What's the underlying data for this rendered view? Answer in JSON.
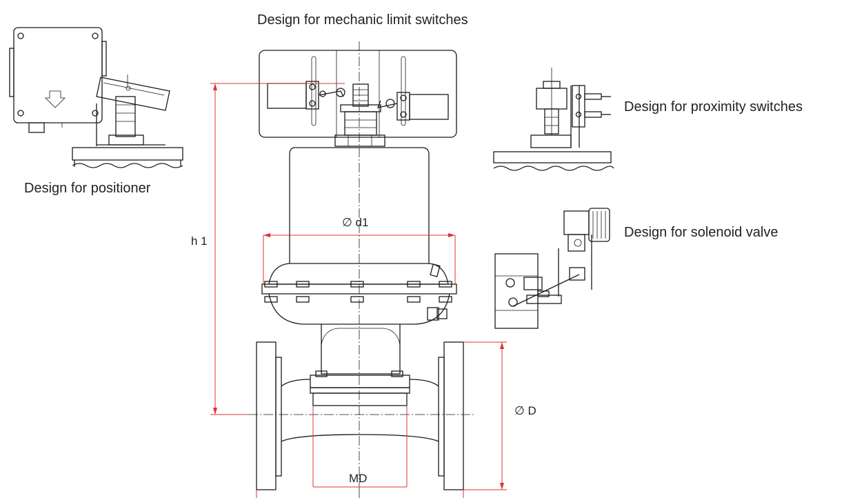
{
  "captions": {
    "mechanic_limit_switches": "Design for mechanic limit switches",
    "positioner": "Design for positioner",
    "proximity_switches": "Design for proximity switches",
    "solenoid_valve": "Design for solenoid valve"
  },
  "dimensions": {
    "height": "h 1",
    "actuator_diameter": "∅ d1",
    "flange_diameter": "∅ D",
    "nominal_size": "MD"
  },
  "colors": {
    "outline": "#1a1a1a",
    "dimension_line": "#e03030",
    "gasket": "#e8736a",
    "actuator_fill": "#e3e3e3",
    "text": "#222222"
  }
}
